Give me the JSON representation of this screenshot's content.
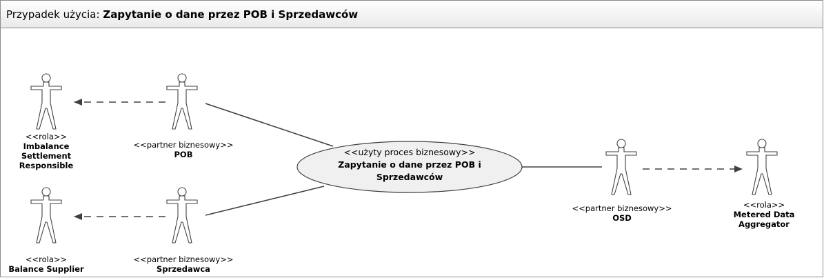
{
  "title": {
    "prefix": "Przypadek użycia",
    "sep": ": ",
    "name": "Zapytanie o dane przez POB i Sprzedawców"
  },
  "use_case": {
    "stereotype": "<<użyty proces biznesowy>>",
    "name": "Zapytanie o dane przez POB i Sprzedawców"
  },
  "actors": [
    {
      "id": "ibr",
      "stereotype": "<<rola>>",
      "name": "Imbalance Settlement Responsible"
    },
    {
      "id": "pob",
      "stereotype": "<<partner biznesowy>>",
      "name": "POB"
    },
    {
      "id": "bs",
      "stereotype": "<<rola>>",
      "name": "Balance Supplier"
    },
    {
      "id": "spr",
      "stereotype": "<<partner biznesowy>>",
      "name": "Sprzedawca"
    },
    {
      "id": "osd",
      "stereotype": "<<partner biznesowy>>",
      "name": "OSD"
    },
    {
      "id": "mda",
      "stereotype": "<<rola>>",
      "name": "Metered Data Aggregator"
    }
  ]
}
